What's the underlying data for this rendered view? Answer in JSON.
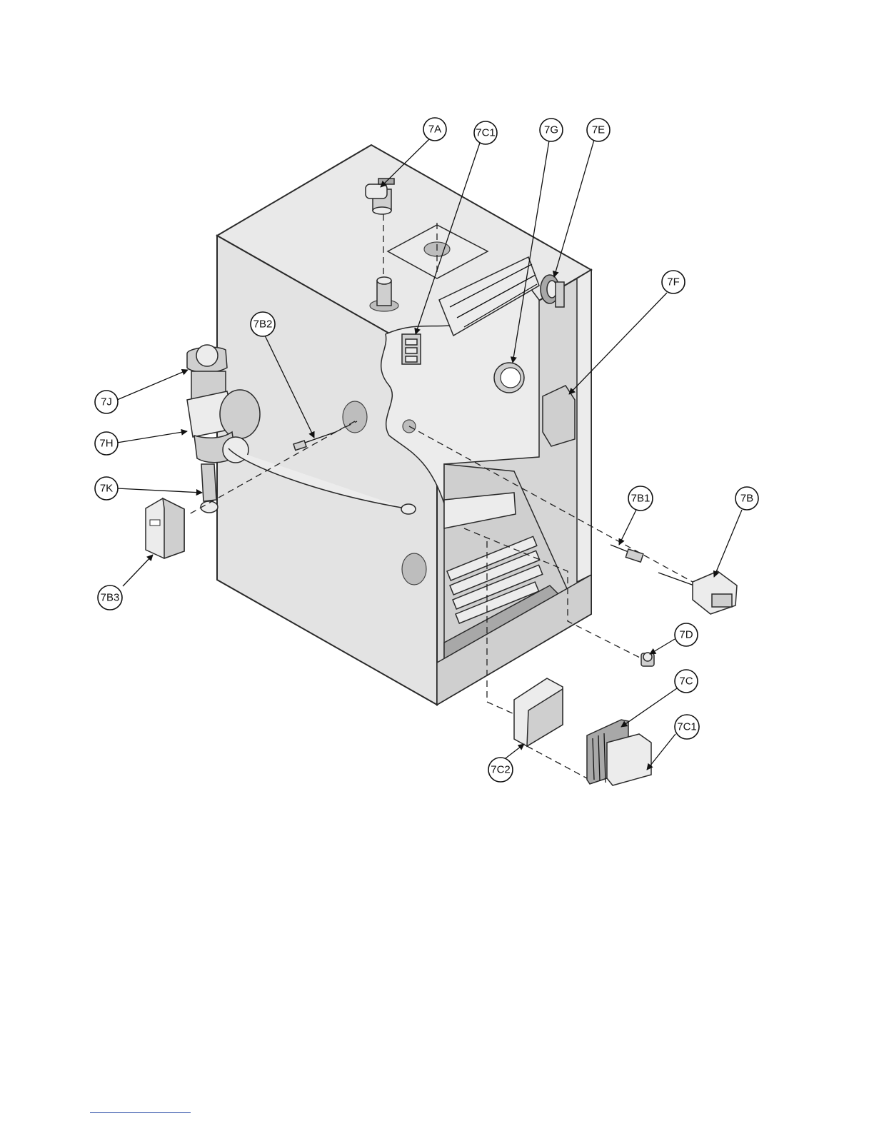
{
  "callouts": {
    "c_7a": "7A",
    "c_7c1_top": "7C1",
    "c_7g": "7G",
    "c_7e": "7E",
    "c_7f": "7F",
    "c_7b2": "7B2",
    "c_7j": "7J",
    "c_7h": "7H",
    "c_7k": "7K",
    "c_7b3": "7B3",
    "c_7b1": "7B1",
    "c_7b": "7B",
    "c_7d": "7D",
    "c_7c": "7C",
    "c_7c1_bottom": "7C1",
    "c_7c2": "7C2"
  },
  "colors": {
    "ink": "#111111",
    "panel": "#e3e3e3",
    "footer_rule": "#1a3fa0"
  }
}
